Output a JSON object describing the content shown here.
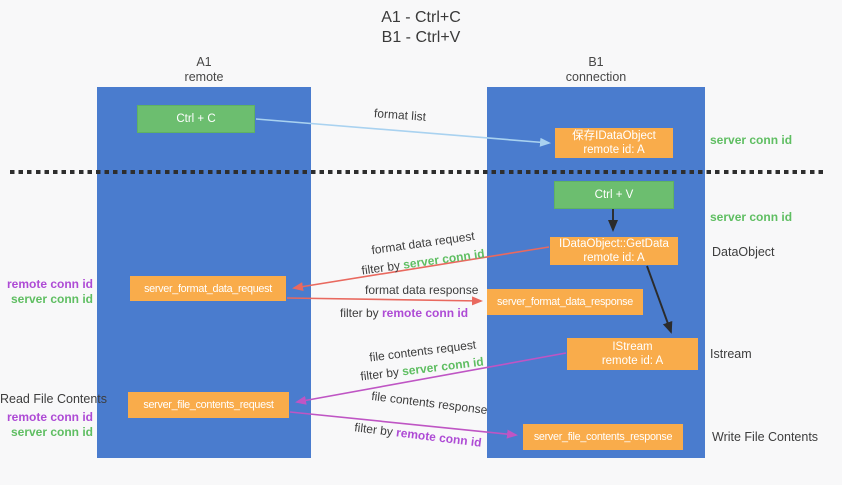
{
  "title": {
    "line1": "A1 - Ctrl+C",
    "line2": "B1 - Ctrl+V"
  },
  "columns": {
    "left": {
      "name": "A1",
      "role": "remote"
    },
    "right": {
      "name": "B1",
      "role": "connection"
    }
  },
  "nodes": {
    "ctrl_c": {
      "label": "Ctrl + C"
    },
    "save_idataobject": {
      "line1": "保存IDataObject",
      "line2": "remote id: A"
    },
    "ctrl_v": {
      "label": "Ctrl + V"
    },
    "getdata": {
      "line1": "IDataObject::GetData",
      "line2": "remote id: A"
    },
    "format_request": {
      "label": "server_format_data_request"
    },
    "format_response": {
      "label": "server_format_data_response"
    },
    "istream": {
      "line1": "IStream",
      "line2": "remote id: A"
    },
    "file_request": {
      "label": "server_file_contents_request"
    },
    "file_response": {
      "label": "server_file_contents_response"
    }
  },
  "edge_labels": {
    "format_list": "format list",
    "format_data_request": "format data request",
    "format_data_response": "format data response",
    "file_contents_request": "file contents request",
    "file_contents_response": "file contents response",
    "filter_by": "filter by ",
    "server_conn_id": "server conn id",
    "remote_conn_id": "remote conn id"
  },
  "side_labels": {
    "server_conn_id": "server conn id",
    "remote_conn_id": "remote conn id",
    "dataobject": "DataObject",
    "istream": "Istream",
    "read_file_contents": "Read File Contents",
    "write_file_contents": "Write File Contents"
  },
  "colors": {
    "bg": "#f8f8f9",
    "lane_blue": "#4a7cce",
    "green_box": "#6cbe6f",
    "orange_box": "#f9ac4b",
    "arrow_red": "#e9695f",
    "arrow_magenta": "#bf55c4",
    "arrow_blue": "#a9d2f0",
    "arrow_black": "#2b2b2b",
    "text_green": "#5fbe62",
    "text_purple": "#ae4bd5",
    "text_dark": "#3d3d3d"
  }
}
